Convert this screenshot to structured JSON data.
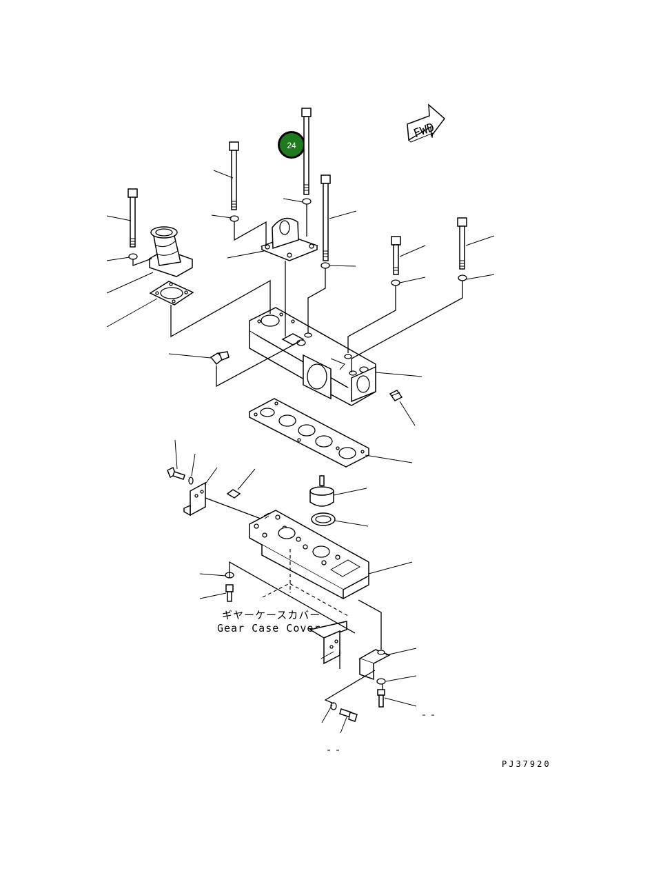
{
  "diagram": {
    "direction_label": "FWD",
    "callout": {
      "number": "24",
      "color": "#1f7a1f"
    },
    "gear_case_label_jp": "ギヤーケースカバー",
    "gear_case_label_en": "Gear Case Cover",
    "drawing_code": "PJ37920"
  }
}
